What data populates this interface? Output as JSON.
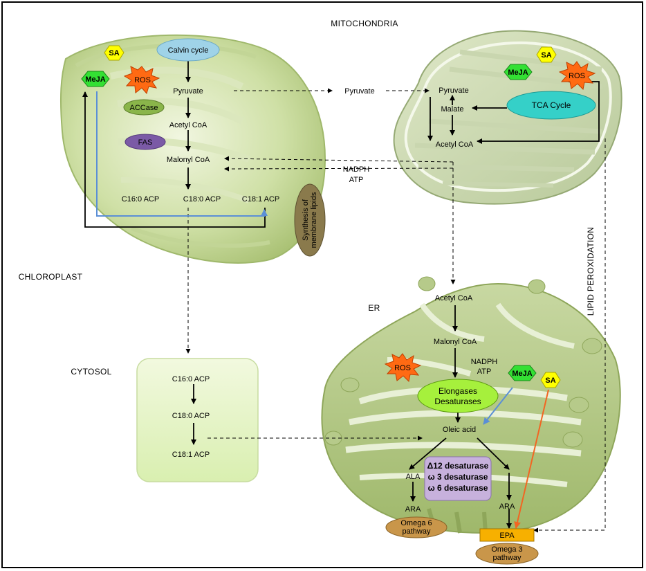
{
  "regions": {
    "mitochondria": "MITOCHONDRIA",
    "chloroplast": "CHLOROPLAST",
    "cytosol": "CYTOSOL",
    "er": "ER",
    "lipid_peroxidation": "LIPID PEROXIDATION"
  },
  "chloroplast": {
    "calvin": "Calvin cycle",
    "sa": "SA",
    "meja": "MeJA",
    "ros": "ROS",
    "accase": "ACCase",
    "fas": "FAS",
    "pyruvate": "Pyruvate",
    "acetyl_coa": "Acetyl CoA",
    "malonyl_coa": "Malonyl CoA",
    "c16": "C16:0 ACP",
    "c18": "C18:0 ACP",
    "c181": "C18:1 ACP",
    "membrane_line1": "Synthesis of",
    "membrane_line2": "membrane lipids"
  },
  "middle": {
    "pyruvate": "Pyruvate",
    "nadph": "NADPH",
    "atp": "ATP"
  },
  "mitochondria": {
    "sa": "SA",
    "meja": "MeJA",
    "ros": "ROS",
    "pyruvate": "Pyruvate",
    "malate": "Malate",
    "tca": "TCA Cycle",
    "acetyl_coa": "Acetyl CoA"
  },
  "cytosol": {
    "c16": "C16:0 ACP",
    "c18": "C18:0 ACP",
    "c181": "C18:1 ACP"
  },
  "er": {
    "acetyl_coa": "Acetyl CoA",
    "malonyl_coa": "Malonyl CoA",
    "nadph": "NADPH",
    "atp": "ATP",
    "ros": "ROS",
    "meja": "MeJA",
    "sa": "SA",
    "elong1": "Elongases",
    "elong2": "Desaturases",
    "oleic": "Oleic acid",
    "ala": "ALA",
    "ara_left": "ARA",
    "ara_right": "ARA",
    "desat1": "Δ12 desaturase",
    "desat2": "ω 3 desaturase",
    "desat3": "ω 6 desaturase",
    "omega6_1": "Omega 6",
    "omega6_2": "pathway",
    "epa": "EPA",
    "omega3_1": "Omega 3",
    "omega3_2": "pathway"
  },
  "colors": {
    "organelle_green": "#b9cf8c",
    "organelle_light": "#dfe9c6",
    "cytosol_fill": "#e8f5cf",
    "calvin_blue": "#9fd3e8",
    "sa_yellow": "#ffff00",
    "meja_green": "#33e033",
    "ros_orange": "#ff6a13",
    "accase_green": "#8ab54a",
    "fas_purple": "#7b5aa6",
    "tca_teal": "#35d0c8",
    "elongase_green": "#a6f03c",
    "desaturase_lilac": "#c7b1dc",
    "omega_brown": "#c9964a",
    "epa_orange": "#f7b000",
    "membrane_brown": "#8a7a4c",
    "blue_arrow": "#5b8fd6",
    "orange_arrow": "#f26522"
  }
}
